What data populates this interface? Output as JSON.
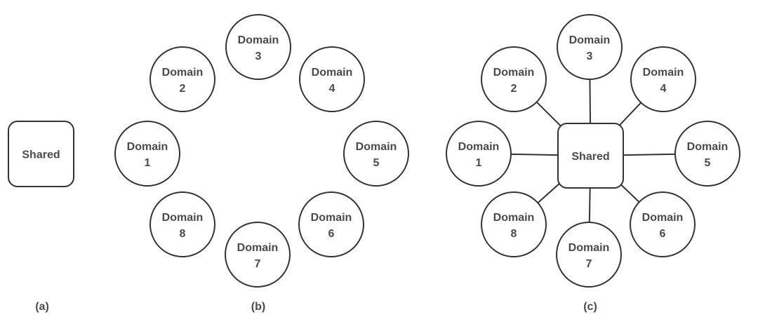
{
  "panels": [
    {
      "label": "(a)",
      "shared": "Shared",
      "domains": [],
      "connected": false
    },
    {
      "label": "(b)",
      "shared": null,
      "domains": [
        "Domain 1",
        "Domain 2",
        "Domain 3",
        "Domain 4",
        "Domain 5",
        "Domain 6",
        "Domain 7",
        "Domain 8"
      ],
      "connected": false
    },
    {
      "label": "(c)",
      "shared": "Shared",
      "domains": [
        "Domain 1",
        "Domain 2",
        "Domain 3",
        "Domain 4",
        "Domain 5",
        "Domain 6",
        "Domain 7",
        "Domain 8"
      ],
      "connected": true
    }
  ],
  "colors": {
    "stroke": "#333333",
    "text": "#4a4a4a"
  }
}
